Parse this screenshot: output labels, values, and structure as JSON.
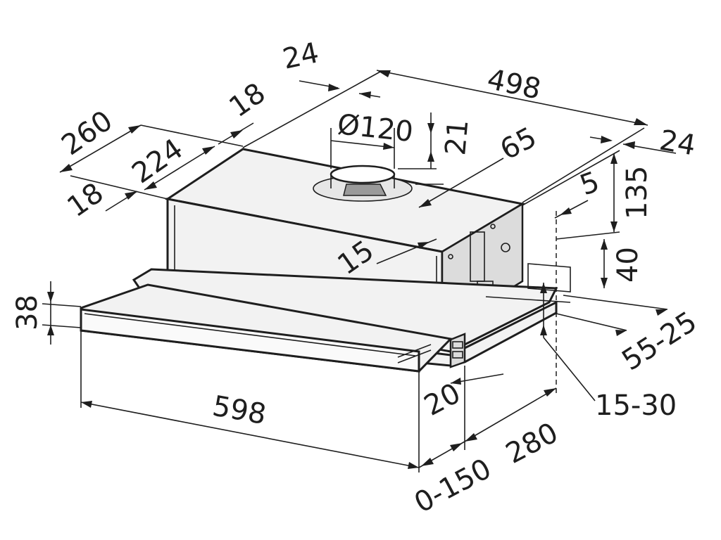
{
  "dimensions": {
    "d24_top": "24",
    "d498": "498",
    "d18_top": "18",
    "d260": "260",
    "d224": "224",
    "d18_left": "18",
    "d120": "Ø120",
    "d21": "21",
    "d65": "65",
    "d24_right": "24",
    "d5": "5",
    "d135": "135",
    "d15": "15",
    "d40": "40",
    "d38": "38",
    "d55_25": "55-25",
    "d15_30": "15-30",
    "d598": "598",
    "d20": "20",
    "d280": "280",
    "d0_150": "0-150"
  }
}
